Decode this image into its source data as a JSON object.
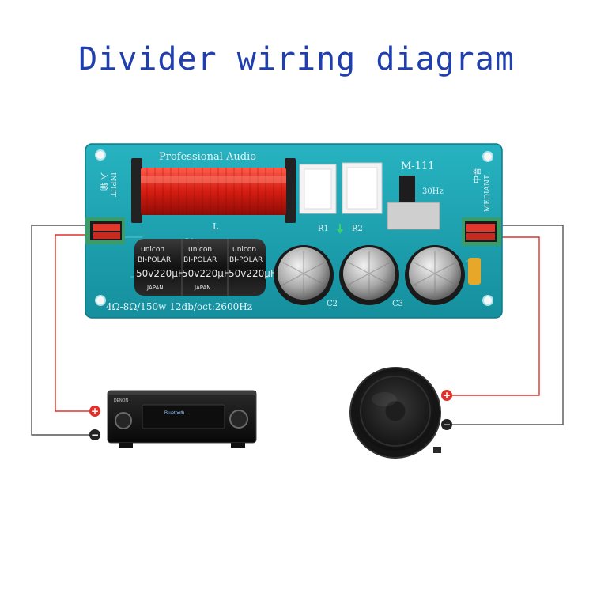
{
  "title": "Divider wiring diagram",
  "board": {
    "brand": "Professional  Audio",
    "model": "M-111",
    "input_cn": "入 输",
    "input_en": "INPUT",
    "mediant_cn": "中音",
    "mediant_en": "MEDIANT",
    "freq_small": "30Hz",
    "spec": "4Ω-8Ω/150w 12db/oct:2600Hz",
    "inductor": "L",
    "r1": "R1",
    "r2": "R2",
    "c1": "C1",
    "c2": "C2",
    "c3": "C3",
    "cap_brand": "unicon",
    "cap_polar": "BI-POLAR",
    "cap_value": "50v220μF",
    "cap_origin": "JAPAN"
  },
  "amplifier": {
    "brand": "DENON",
    "display": "Bluetooth"
  },
  "terminals": {
    "plus": "+",
    "minus": "−"
  },
  "colors": {
    "title": "#1f3fae",
    "pcb": "#1c9fae",
    "wire_positive": "#e0302a",
    "wire_negative": "#555555"
  }
}
